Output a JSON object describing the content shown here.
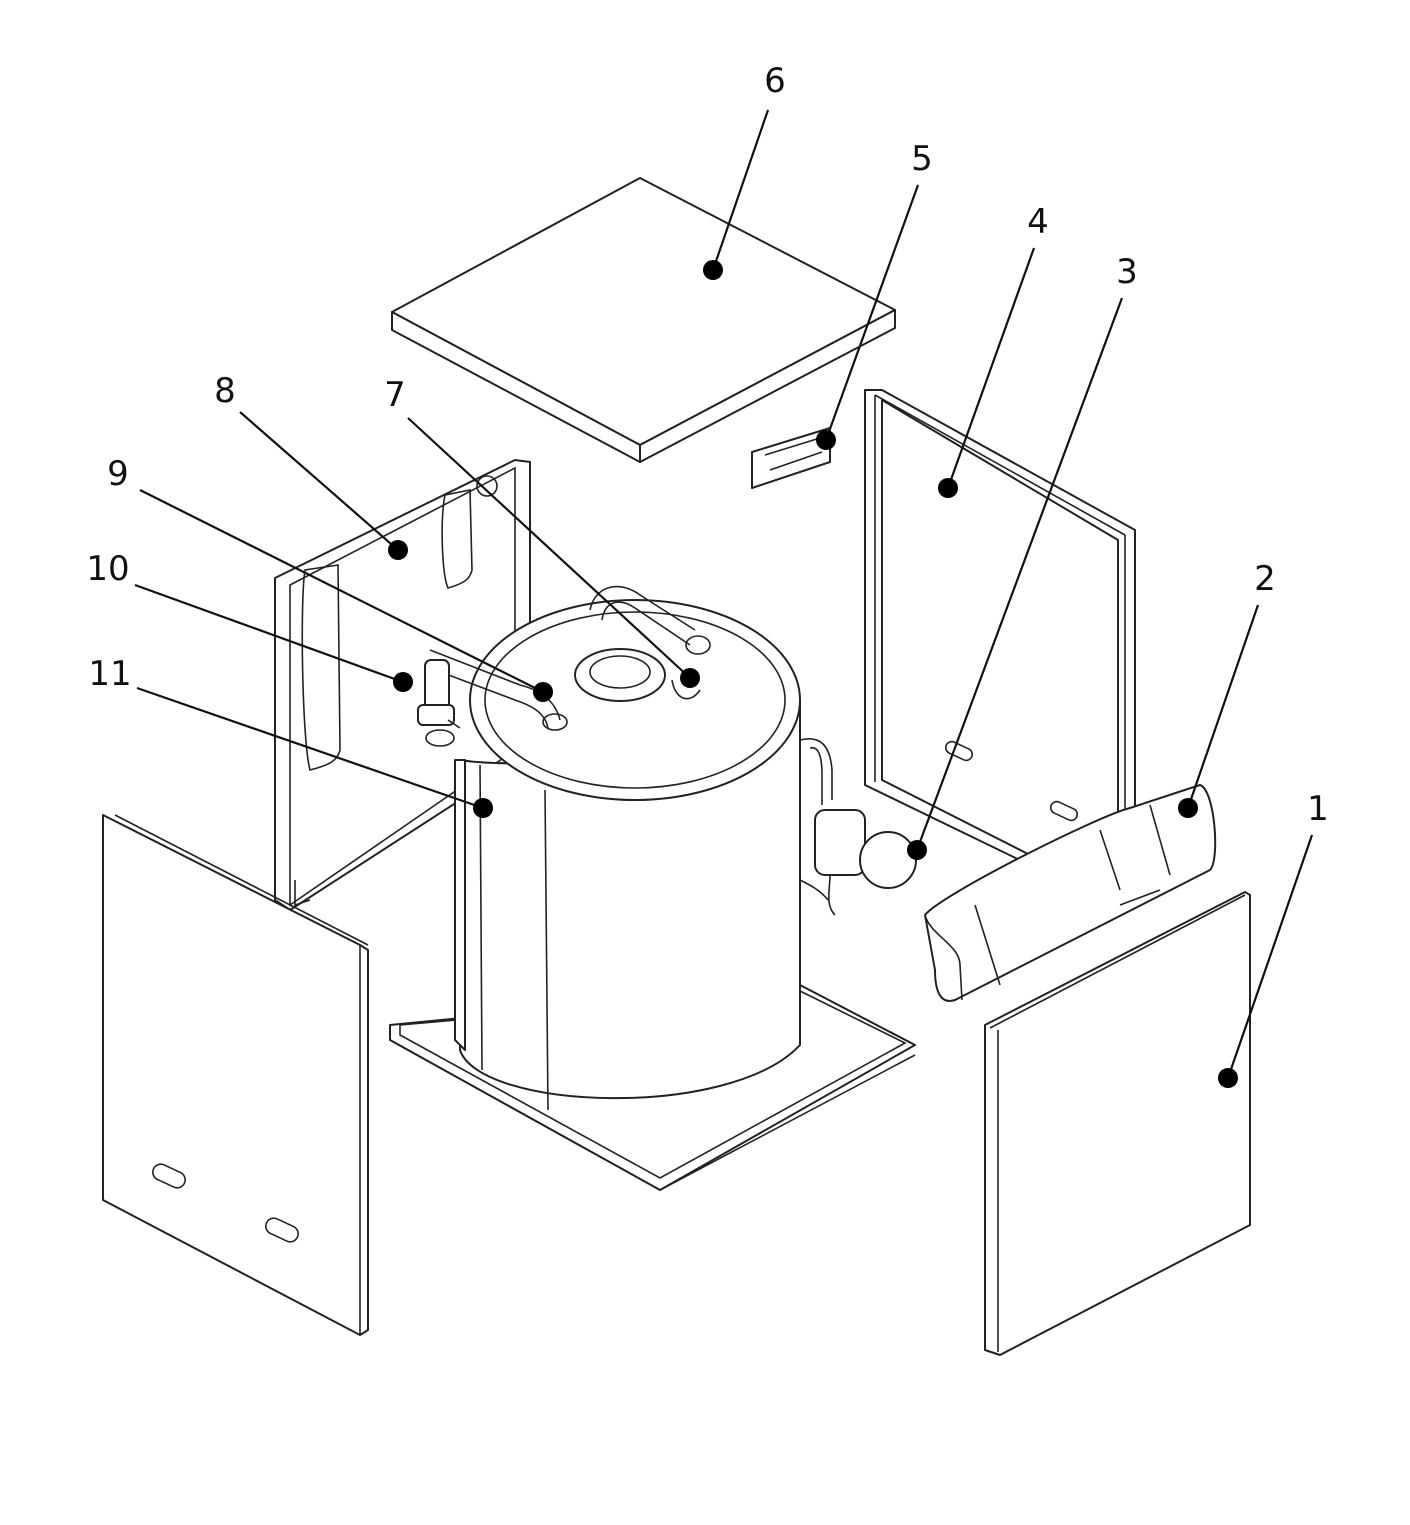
{
  "callouts": [
    {
      "id": "1",
      "label": "1",
      "part": "front-right-panel"
    },
    {
      "id": "2",
      "label": "2",
      "part": "control-box"
    },
    {
      "id": "3",
      "label": "3",
      "part": "circulation-pump"
    },
    {
      "id": "4",
      "label": "4",
      "part": "right-side-panel"
    },
    {
      "id": "5",
      "label": "5",
      "part": "terminal-strip"
    },
    {
      "id": "6",
      "label": "6",
      "part": "top-cover"
    },
    {
      "id": "7",
      "label": "7",
      "part": "outlet-pipe"
    },
    {
      "id": "8",
      "label": "8",
      "part": "back-panel"
    },
    {
      "id": "9",
      "label": "9",
      "part": "inlet-pipe"
    },
    {
      "id": "10",
      "label": "10",
      "part": "valve-assembly"
    },
    {
      "id": "11",
      "label": "11",
      "part": "cylinder-tank"
    }
  ],
  "colors": {
    "line": "#222222",
    "fill": "#ffffff",
    "dot": "#000000"
  }
}
